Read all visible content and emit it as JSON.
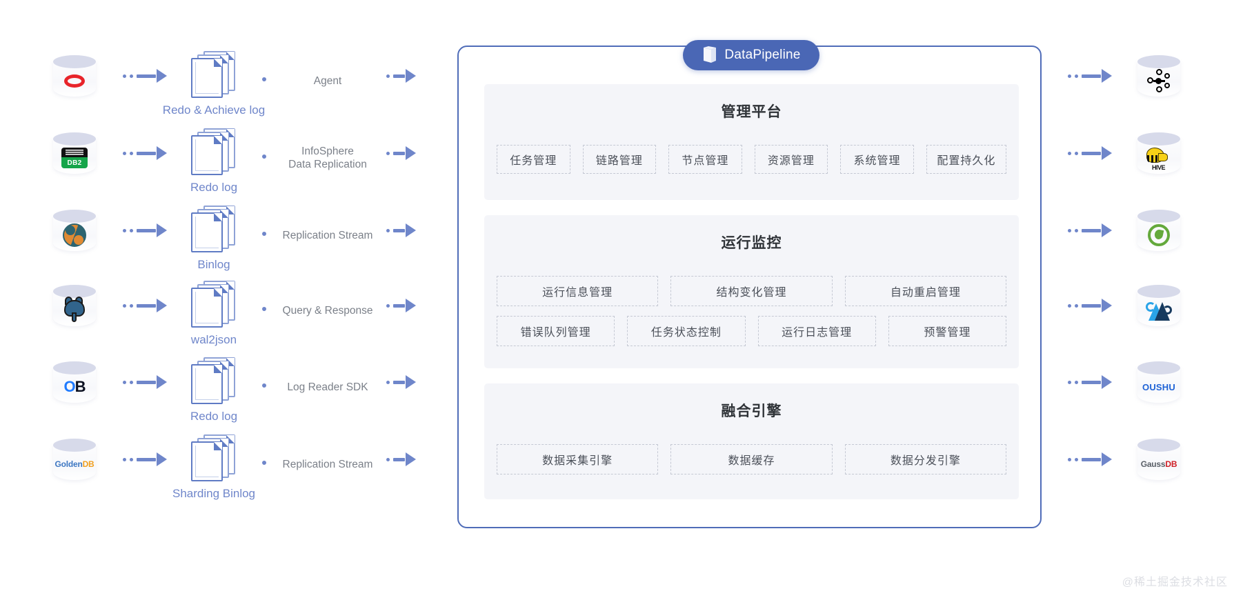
{
  "badge": {
    "label": "DataPipeline",
    "icon": "datapipeline-logo-icon",
    "color": "#4a67b5"
  },
  "watermark": "@稀土掘金技术社区",
  "sources": [
    {
      "db": "Oracle",
      "db_icon": "oracle-icon",
      "doc_label": "Redo & Achieve log",
      "connector": "Agent"
    },
    {
      "db": "IBM DB2",
      "db_icon": "ibm-db2-icon",
      "doc_label": "Redo log",
      "connector": "InfoSphere\nData Replication"
    },
    {
      "db": "MariaDB",
      "db_icon": "mariadb-icon",
      "doc_label": "Binlog",
      "connector": "Replication Stream"
    },
    {
      "db": "PostgreSQL",
      "db_icon": "postgresql-icon",
      "doc_label": "wal2json",
      "connector": "Query & Response"
    },
    {
      "db": "OceanBase",
      "db_icon": "oceanbase-icon",
      "doc_label": "Redo log",
      "connector": "Log Reader SDK"
    },
    {
      "db": "GoldenDB",
      "db_icon": "goldendb-icon",
      "doc_label": "Sharding Binlog",
      "connector": "Replication Stream"
    }
  ],
  "targets": [
    {
      "name": "Kafka",
      "icon": "kafka-icon"
    },
    {
      "name": "Hive",
      "icon": "hive-icon"
    },
    {
      "name": "Greenplum",
      "icon": "greenplum-icon"
    },
    {
      "name": "Azure",
      "icon": "azure-synapse-icon"
    },
    {
      "name": "OUSHU",
      "icon": "oushu-icon"
    },
    {
      "name": "GaussDB",
      "icon": "gaussdb-icon"
    }
  ],
  "panel": {
    "sections": [
      {
        "title": "管理平台",
        "rows": [
          [
            "任务管理",
            "链路管理",
            "节点管理",
            "资源管理",
            "系统管理",
            "配置持久化"
          ]
        ]
      },
      {
        "title": "运行监控",
        "rows": [
          [
            "运行信息管理",
            "结构变化管理",
            "自动重启管理"
          ],
          [
            "错误队列管理",
            "任务状态控制",
            "运行日志管理",
            "预警管理"
          ]
        ]
      },
      {
        "title": "融合引擎",
        "rows": [
          [
            "数据采集引擎",
            "数据缓存",
            "数据分发引擎"
          ]
        ]
      }
    ]
  }
}
